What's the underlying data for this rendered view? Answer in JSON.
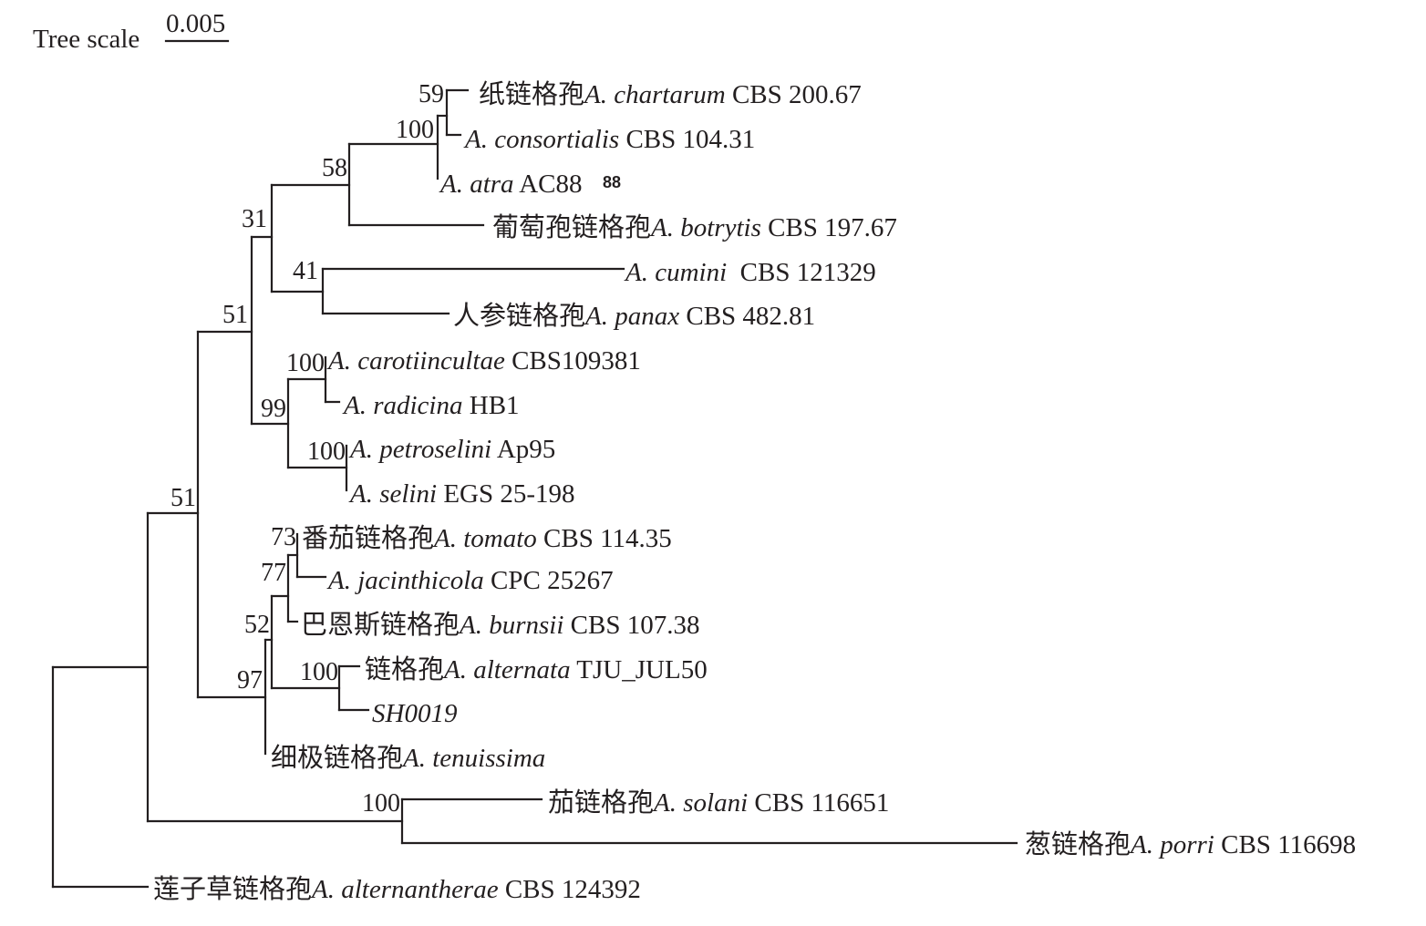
{
  "tree_scale": {
    "label": "Tree scale",
    "value": "0.005"
  },
  "taxa": [
    {
      "cn": "纸链格孢",
      "genus": "A. ",
      "species": "chartarum",
      "strain": " CBS 200.67"
    },
    {
      "cn": "",
      "genus": "A. ",
      "species": "consortialis",
      "strain": " CBS 104.31"
    },
    {
      "cn": "",
      "genus": "A. ",
      "species": "atra",
      "strain": " AC88"
    },
    {
      "cn": "葡萄孢链格孢",
      "genus": "A. ",
      "species": "botrytis",
      "strain": " CBS 197.67"
    },
    {
      "cn": "",
      "genus": "A. ",
      "species": "cumini",
      "strain": "  CBS 121329"
    },
    {
      "cn": "人参链格孢",
      "genus": "A. ",
      "species": "panax",
      "strain": " CBS 482.81"
    },
    {
      "cn": "",
      "genus": "A. ",
      "species": "carotiincultae",
      "strain": " CBS109381"
    },
    {
      "cn": "",
      "genus": "A. ",
      "species": "radicina",
      "strain": " HB1"
    },
    {
      "cn": "",
      "genus": "A. ",
      "species": "petroselini",
      "strain": " Ap95"
    },
    {
      "cn": "",
      "genus": "A. ",
      "species": "selini",
      "strain": " EGS 25-198"
    },
    {
      "cn": "番茄链格孢",
      "genus": "A. ",
      "species": "tomato",
      "strain": " CBS 114.35"
    },
    {
      "cn": "",
      "genus": "A. ",
      "species": "jacinthicola",
      "strain": " CPC 25267"
    },
    {
      "cn": "巴恩斯链格孢",
      "genus": "A. ",
      "species": "burnsii",
      "strain": " CBS 107.38"
    },
    {
      "cn": "链格孢",
      "genus": "A. ",
      "species": "alternata",
      "strain": " TJU_JUL50"
    },
    {
      "cn": "",
      "genus": "",
      "species": "SH0019",
      "strain": ""
    },
    {
      "cn": "细极链格孢",
      "genus": "A. ",
      "species": "tenuissima",
      "strain": ""
    },
    {
      "cn": "茄链格孢",
      "genus": "A. ",
      "species": "solani",
      "strain": " CBS 116651"
    },
    {
      "cn": "葱链格孢",
      "genus": "A. ",
      "species": "porri",
      "strain": " CBS 116698"
    },
    {
      "cn": "莲子草链格孢",
      "genus": "A. ",
      "species": "alternantherae",
      "strain": " CBS 124392"
    }
  ],
  "atra_overprint": "88",
  "bootstrap_values": [
    "59",
    "100",
    "58",
    "31",
    "41",
    "51",
    "100",
    "99",
    "100",
    "51",
    "73",
    "77",
    "52",
    "100",
    "97",
    "100"
  ]
}
